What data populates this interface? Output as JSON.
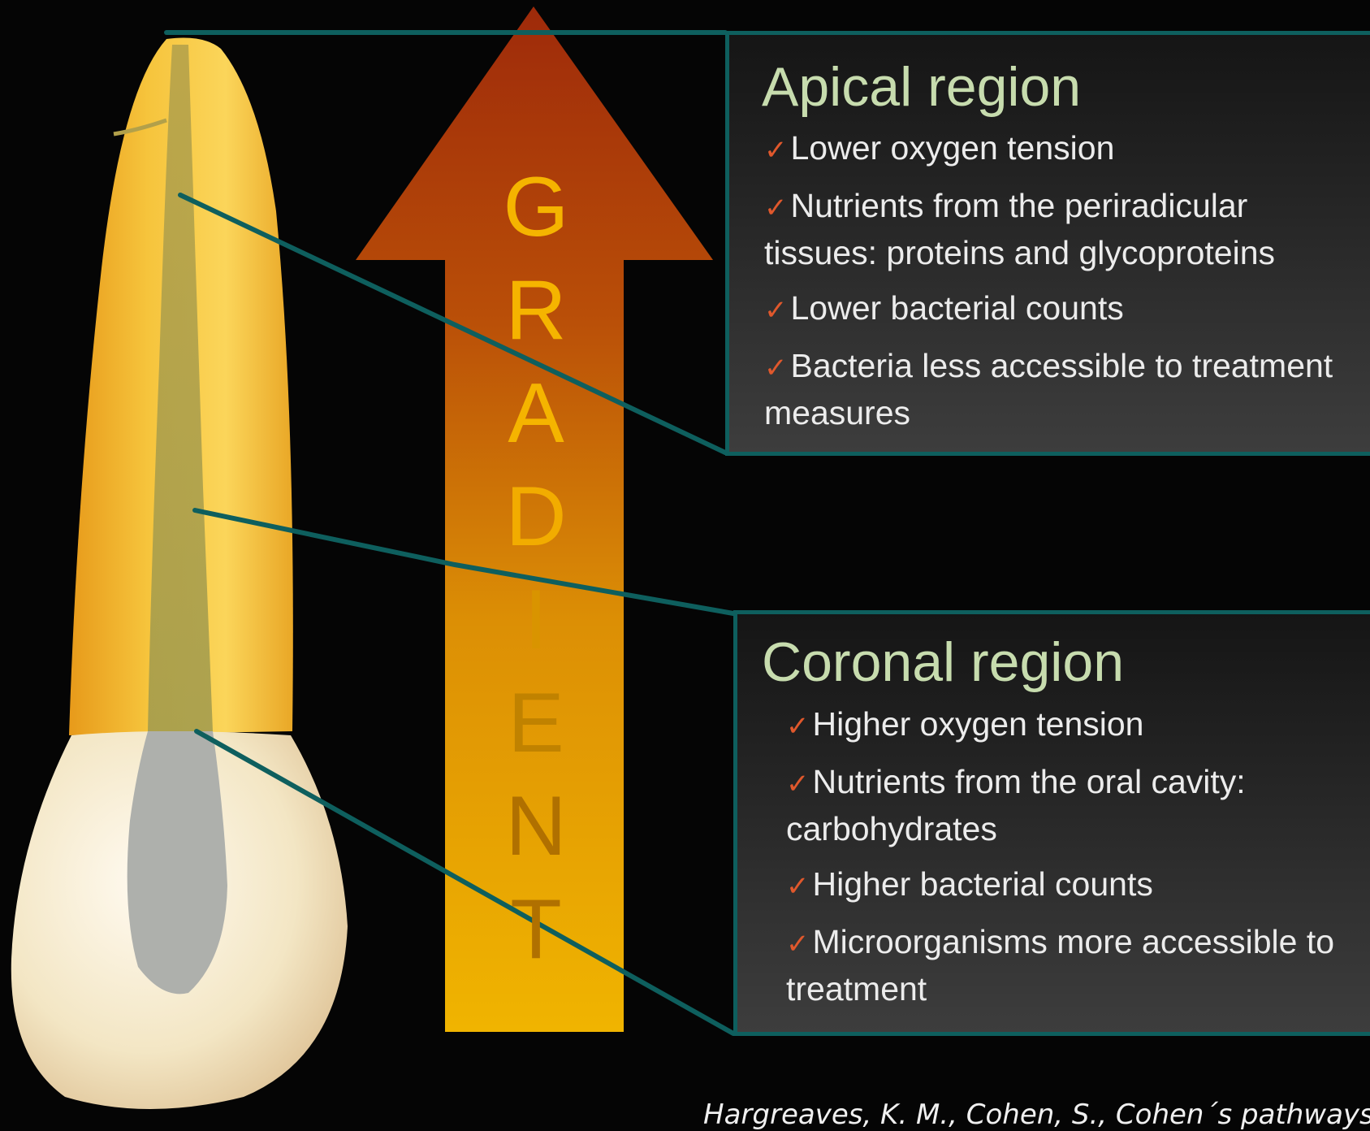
{
  "apical": {
    "title": "Apical region",
    "items": [
      "Lower oxygen tension",
      "Nutrients from the periradicular tissues: proteins and glycoproteins",
      "Lower bacterial counts",
      "Bacteria less accessible to treatment measures"
    ]
  },
  "coronal": {
    "title": "Coronal region",
    "items": [
      "Higher oxygen tension",
      "Nutrients from the oral cavity: carbohydrates",
      "Higher bacterial counts",
      "Microorganisms more accessible to treatment"
    ]
  },
  "arrow": {
    "letters": [
      "G",
      "R",
      "A",
      "D",
      "I",
      "E",
      "N",
      "T"
    ]
  },
  "citation": "Hargreaves, K. M., Cohen, S., Cohen´s pathways",
  "colors": {
    "arrow_top": "#9e2a0a",
    "arrow_bottom": "#f0b400",
    "letters_bright": "#f5b400",
    "letters_dim": "#b07000",
    "title_green": "#c7dcae",
    "check_orange": "#e0582c",
    "connector_teal": "#0e5f5e"
  },
  "icons": {
    "bullet": "check-mark-icon"
  }
}
